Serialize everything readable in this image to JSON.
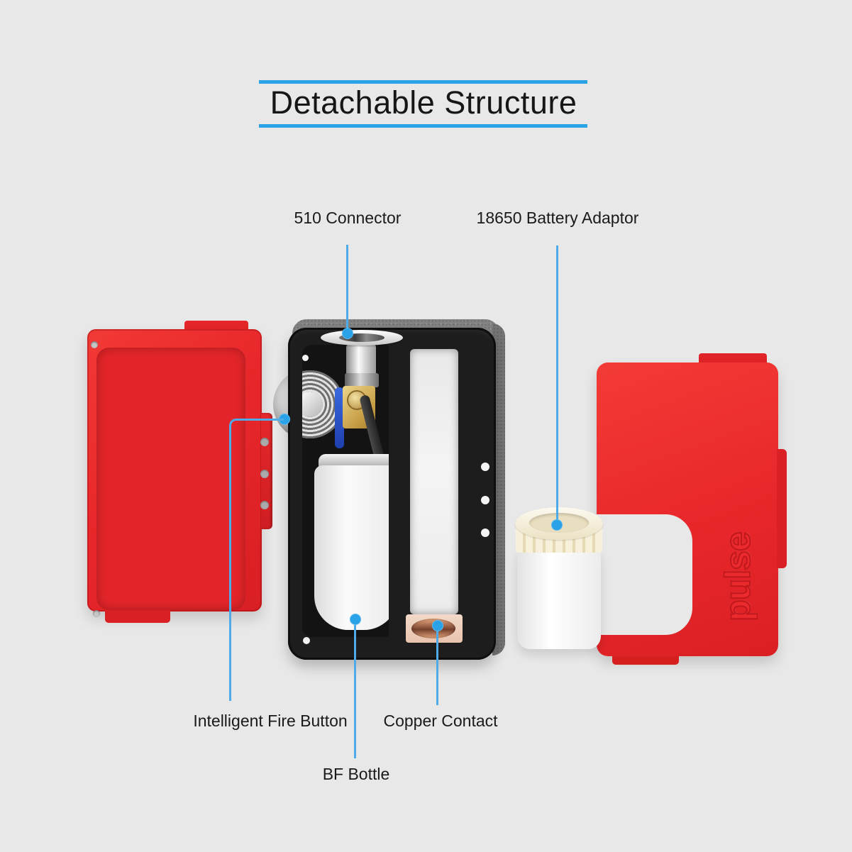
{
  "page": {
    "background_color": "#e8e8e8"
  },
  "title": {
    "text": "Detachable Structure"
  },
  "callouts": {
    "connector510": {
      "label": "510 Connector"
    },
    "batteryAdaptor": {
      "label": "18650 Battery Adaptor"
    },
    "fireButton": {
      "label": "Intelligent Fire Button"
    },
    "copperContact": {
      "label": "Copper Contact"
    },
    "bfBottle": {
      "label": "BF Bottle"
    }
  },
  "device": {
    "embossed_logo": "pulse"
  },
  "colors": {
    "accent_blue": "#2aa2e8",
    "callout_line_blue": "#4fabe8",
    "panel_red": "#e9282c",
    "box_black": "#1d1d1d",
    "label_ink": "#1a1a1a"
  }
}
